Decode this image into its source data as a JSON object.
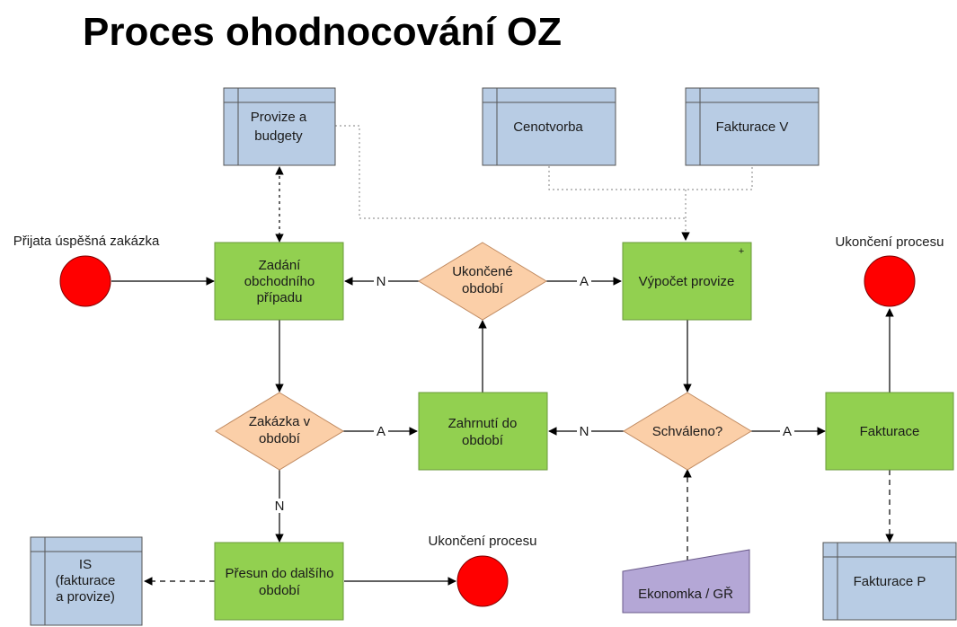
{
  "title": "Proces ohodnocování OZ",
  "colors": {
    "activity": "#92d050",
    "decision": "#fbcfa8",
    "data_store": "#b8cce4",
    "event": "#ff0000",
    "external": "#b4a7d6",
    "line": "#000000",
    "dotted_line": "#999999"
  },
  "events": {
    "start_label": "Přijata úspěšná zakázka",
    "end_top_label": "Ukončení procesu",
    "end_bottom_label": "Ukončení procesu"
  },
  "activities": {
    "zadani": [
      "Zadání",
      "obchodního",
      "případu"
    ],
    "vypocet": [
      "Výpočet provize"
    ],
    "vypocet_marker": "+",
    "zahrnuti": [
      "Zahrnutí do",
      "období"
    ],
    "fakturace": [
      "Fakturace"
    ],
    "presun": [
      "Přesun do dalšího",
      "období"
    ]
  },
  "decisions": {
    "ukoncene": [
      "Ukončené",
      "období"
    ],
    "zakazka": [
      "Zakázka v",
      "období"
    ],
    "schvaleno": [
      "Schváleno?"
    ]
  },
  "data_stores": {
    "provize": [
      "Provize a",
      "budgety"
    ],
    "cenotvorba": [
      "Cenotvorba"
    ],
    "fakturace_v": [
      "Fakturace V"
    ],
    "fakturace_p": [
      "Fakturace P"
    ],
    "is": [
      "IS",
      "(fakturace",
      "a provize)"
    ]
  },
  "external": {
    "ekonomka": [
      "Ekonomka / GŘ"
    ]
  },
  "edge_labels": {
    "ukoncene_no": "N",
    "ukoncene_yes": "A",
    "zakazka_yes": "A",
    "zakazka_no": "N",
    "schvaleno_no": "N",
    "schvaleno_yes": "A"
  }
}
